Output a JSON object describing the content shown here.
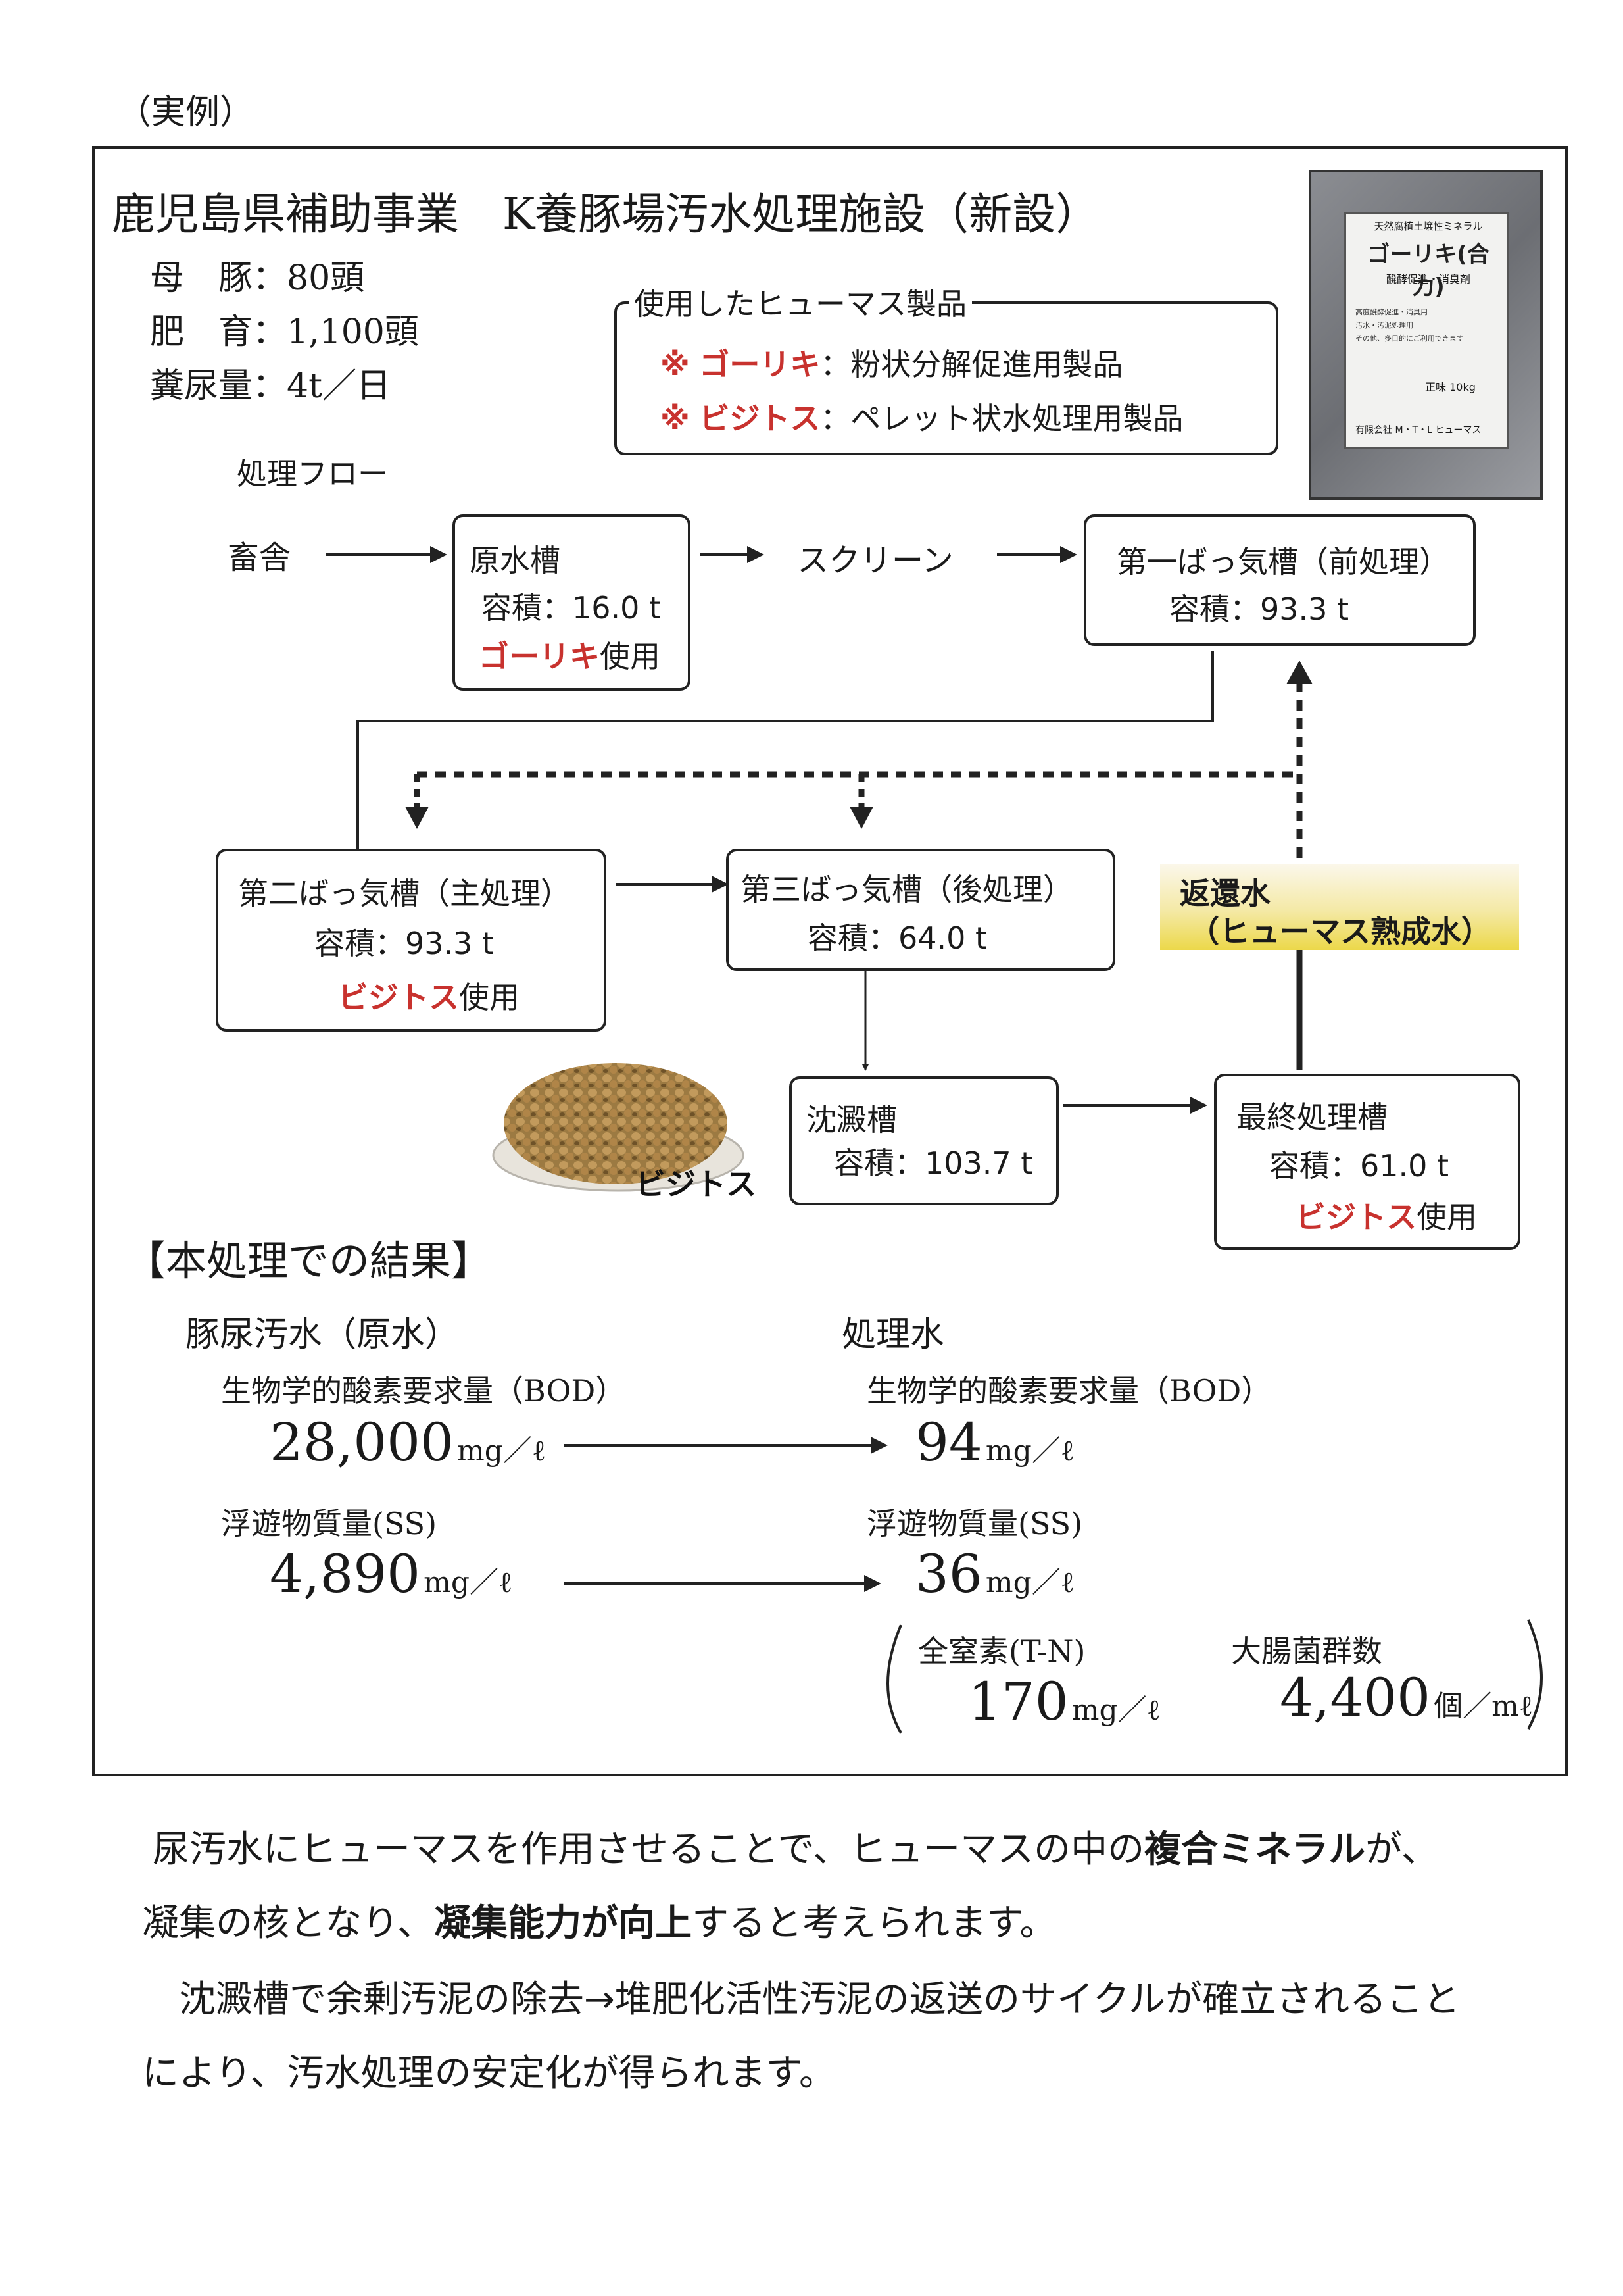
{
  "label_example": "（実例）",
  "title": "鹿児島県補助事業　K養豚場汚水処理施設（新設）",
  "stats": {
    "sow": "母　豚：80頭",
    "finisher": "肥　育：1,100頭",
    "manure": "糞尿量：4t／日"
  },
  "products": {
    "legend": "使用したヒューマス製品",
    "mark": "※",
    "gouriki_name": "ゴーリキ",
    "gouriki_desc": "：粉状分解促進用製品",
    "bijitosu_name": "ビジトス",
    "bijitosu_desc": "：ペレット状水処理用製品"
  },
  "bag": {
    "top": "天然腐植土壌性ミネラル",
    "brand": "ゴーリキ(合力)",
    "sub": "醗酵促進・消臭剤",
    "lines": [
      "高度醗酵促進・消臭用",
      "汚水・汚泥処理用",
      "その他、多目的にご利用できます"
    ],
    "weight": "正味 10kg",
    "maker": "有限会社 M・T・L ヒューマス"
  },
  "flow_label": "処理フロー",
  "flow": {
    "barn": "畜舎",
    "raw_tank": {
      "name": "原水槽",
      "cap": "容積：16.0 t",
      "use_name": "ゴーリキ",
      "use_suffix": "使用"
    },
    "screen": "スクリーン",
    "aer1": {
      "name": "第一ばっ気槽（前処理）",
      "cap": "容積：93.3 t"
    },
    "aer2": {
      "name": "第二ばっ気槽（主処理）",
      "cap": "容積：93.3 t",
      "use_name": "ビジトス",
      "use_suffix": "使用"
    },
    "aer3": {
      "name": "第三ばっ気槽（後処理）",
      "cap": "容積：64.0 t"
    },
    "return_water": {
      "line1": "返還水",
      "line2": "（ヒューマス熟成水）"
    },
    "sediment": {
      "name": "沈澱槽",
      "cap": "容積：103.7 t"
    },
    "final": {
      "name": "最終処理槽",
      "cap": "容積：61.0 t",
      "use_name": "ビジトス",
      "use_suffix": "使用"
    },
    "pellet_label": "ビジトス"
  },
  "results": {
    "heading": "【本処理での結果】",
    "raw_heading": "豚尿汚水（原水）",
    "treated_heading": "処理水",
    "bod_label": "生物学的酸素要求量（BOD）",
    "bod_raw_value": "28,000",
    "bod_treated_value": "94",
    "ss_label": "浮遊物質量(SS)",
    "ss_raw_value": "4,890",
    "ss_treated_value": "36",
    "unit_mgl": "mg／ℓ",
    "tn_label": "全窒素(T-N)",
    "tn_value": "170",
    "coliform_label": "大腸菌群数",
    "coliform_value": "4,400",
    "unit_per_ml": "個／mℓ"
  },
  "paragraph1": {
    "p1": "尿汚水にヒューマスを作用させることで、ヒューマスの中の",
    "b1": "複合ミネラル",
    "p2": "が、",
    "p3": "凝集の核となり、",
    "b2": "凝集能力が向上",
    "p4": "すると考えられます。"
  },
  "paragraph2": {
    "line1": "沈澱槽で余剰汚泥の除去→堆肥化活性汚泥の返送のサイクルが確立されること",
    "line2": "により、汚水処理の安定化が得られます。"
  },
  "colors": {
    "accent_red": "#c8322e",
    "gold": "#ecd84a",
    "ink": "#1a1a1a"
  }
}
